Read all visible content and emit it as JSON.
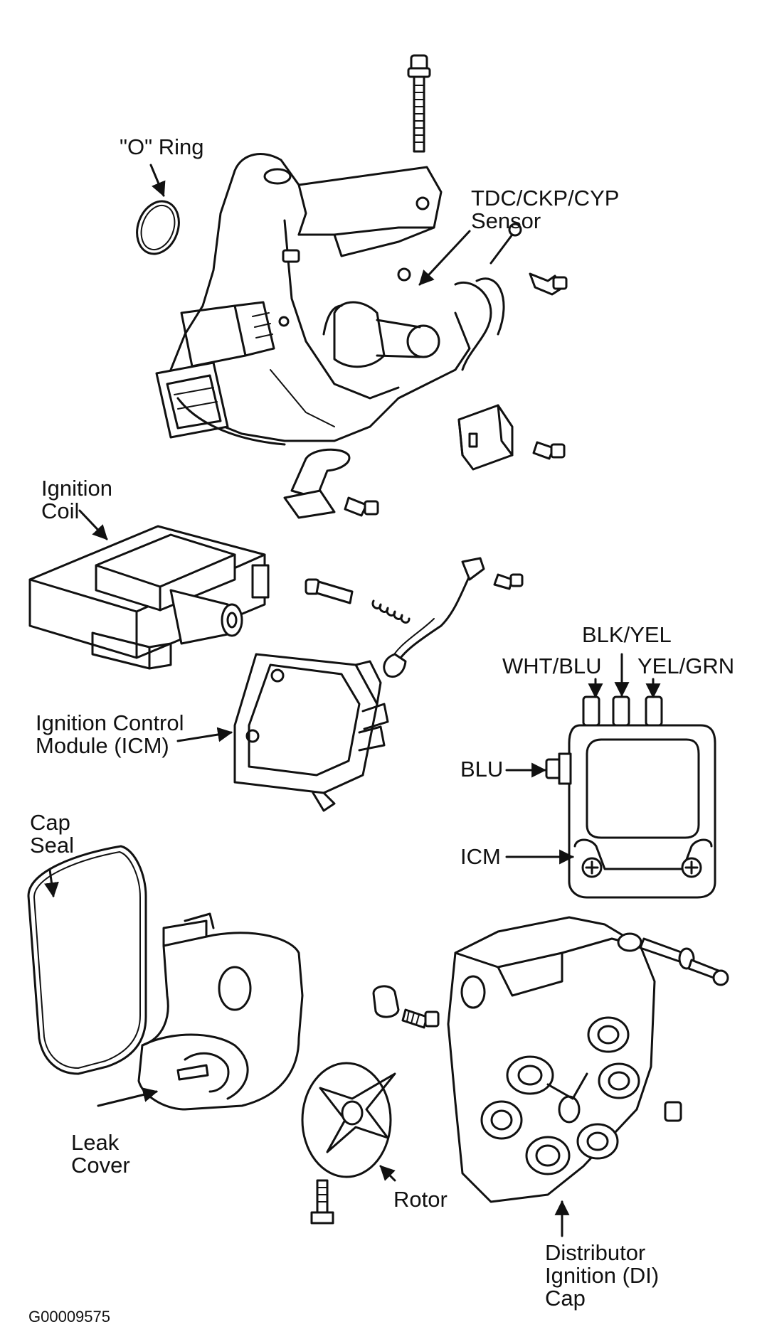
{
  "labels": {
    "o_ring": "\"O\" Ring",
    "tdc_line1": "TDC/CKP/CYP",
    "tdc_line2": "Sensor",
    "coil_line1": "Ignition",
    "coil_line2": "Coil",
    "icm_module_line1": "Ignition Control",
    "icm_module_line2": "Module (ICM)",
    "blk_yel": "BLK/YEL",
    "wht_blu": "WHT/BLU",
    "yel_grn": "YEL/GRN",
    "blu": "BLU",
    "icm": "ICM",
    "cap_seal_line1": "Cap",
    "cap_seal_line2": "Seal",
    "leak_cover_line1": "Leak",
    "leak_cover_line2": "Cover",
    "rotor": "Rotor",
    "di_cap_line1": "Distributor",
    "di_cap_line2": "Ignition (DI)",
    "di_cap_line3": "Cap",
    "figure_id": "G00009575"
  }
}
